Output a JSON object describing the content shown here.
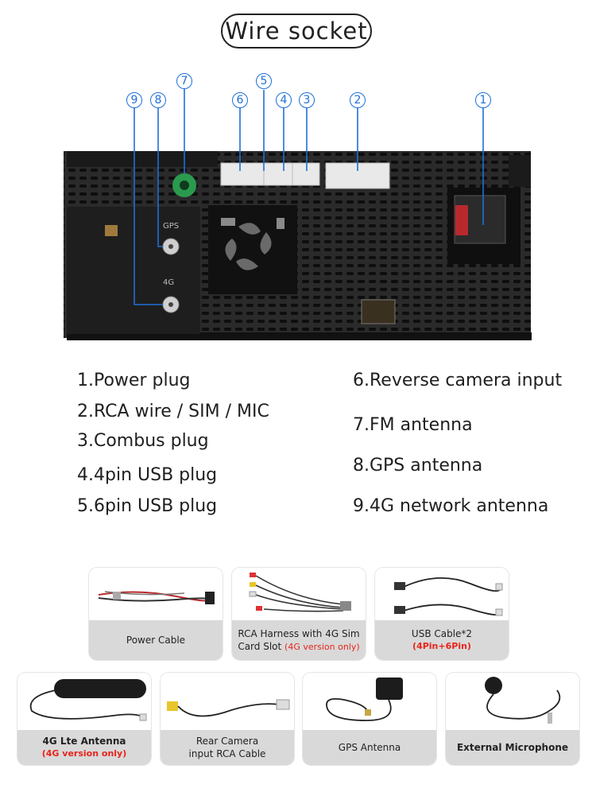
{
  "title": "Wire socket",
  "markers": [
    "1",
    "2",
    "3",
    "4",
    "5",
    "6",
    "7",
    "8",
    "9"
  ],
  "device_labels": {
    "gps": "GPS",
    "lte": "4G"
  },
  "legend": {
    "left": [
      "1.Power plug",
      "2.RCA wire / SIM / MIC",
      "3.Combus plug",
      "4.4pin USB plug",
      "5.6pin USB plug"
    ],
    "right": [
      "6.Reverse camera input",
      "7.FM antenna",
      "8.GPS antenna",
      "9.4G network antenna"
    ]
  },
  "accessories": [
    {
      "label": "Power Cable",
      "note": ""
    },
    {
      "label": "RCA Harness with 4G Sim",
      "label2": "Card Slot",
      "note": "(4G version only)"
    },
    {
      "label": "USB Cable*2",
      "note": "(4Pin+6Pin)"
    },
    {
      "label": "4G Lte Antenna",
      "note": "(4G version only)"
    },
    {
      "label": "Rear Camera",
      "label2": "input RCA Cable",
      "note": ""
    },
    {
      "label": "GPS Antenna",
      "note": ""
    },
    {
      "label": "External Microphone",
      "note": ""
    }
  ],
  "colors": {
    "accent": "#1e6fd9",
    "note_red": "#e8241b",
    "device": "#1c1c1c",
    "connector_green": "#2a9b4e"
  }
}
